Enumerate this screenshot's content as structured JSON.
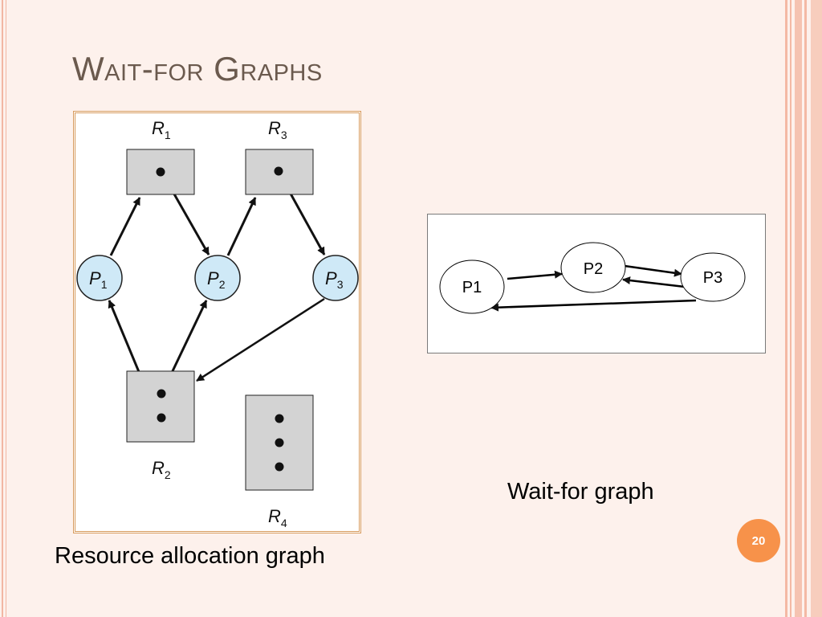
{
  "slide": {
    "title": "Wait-for Graphs",
    "page_number": "20",
    "colors": {
      "background": "#fdf1ec",
      "accent": "#f7924a",
      "title_text": "#6b5a4e",
      "process_node_fill": "#cfe9f7",
      "resource_fill": "#d3d3d3"
    }
  },
  "resource_allocation_graph": {
    "caption": "Resource allocation graph",
    "processes": [
      {
        "id": "P1",
        "letter": "P",
        "sub": "1"
      },
      {
        "id": "P2",
        "letter": "P",
        "sub": "2"
      },
      {
        "id": "P3",
        "letter": "P",
        "sub": "3"
      }
    ],
    "resources": [
      {
        "id": "R1",
        "letter": "R",
        "sub": "1",
        "instances": 1
      },
      {
        "id": "R2",
        "letter": "R",
        "sub": "2",
        "instances": 2
      },
      {
        "id": "R3",
        "letter": "R",
        "sub": "3",
        "instances": 1
      },
      {
        "id": "R4",
        "letter": "R",
        "sub": "4",
        "instances": 3
      }
    ],
    "edges": [
      {
        "from": "P1",
        "to": "R1",
        "kind": "request"
      },
      {
        "from": "R1",
        "to": "P2",
        "kind": "assignment"
      },
      {
        "from": "P2",
        "to": "R3",
        "kind": "request"
      },
      {
        "from": "R3",
        "to": "P3",
        "kind": "assignment"
      },
      {
        "from": "P3",
        "to": "R2",
        "kind": "request"
      },
      {
        "from": "R2",
        "to": "P1",
        "kind": "assignment"
      },
      {
        "from": "R2",
        "to": "P2",
        "kind": "assignment"
      }
    ]
  },
  "wait_for_graph": {
    "caption": "Wait-for graph",
    "nodes": [
      {
        "id": "P1",
        "label": "P1"
      },
      {
        "id": "P2",
        "label": "P2"
      },
      {
        "id": "P3",
        "label": "P3"
      }
    ],
    "edges": [
      {
        "from": "P1",
        "to": "P2"
      },
      {
        "from": "P2",
        "to": "P3"
      },
      {
        "from": "P3",
        "to": "P2"
      },
      {
        "from": "P3",
        "to": "P1"
      }
    ]
  }
}
